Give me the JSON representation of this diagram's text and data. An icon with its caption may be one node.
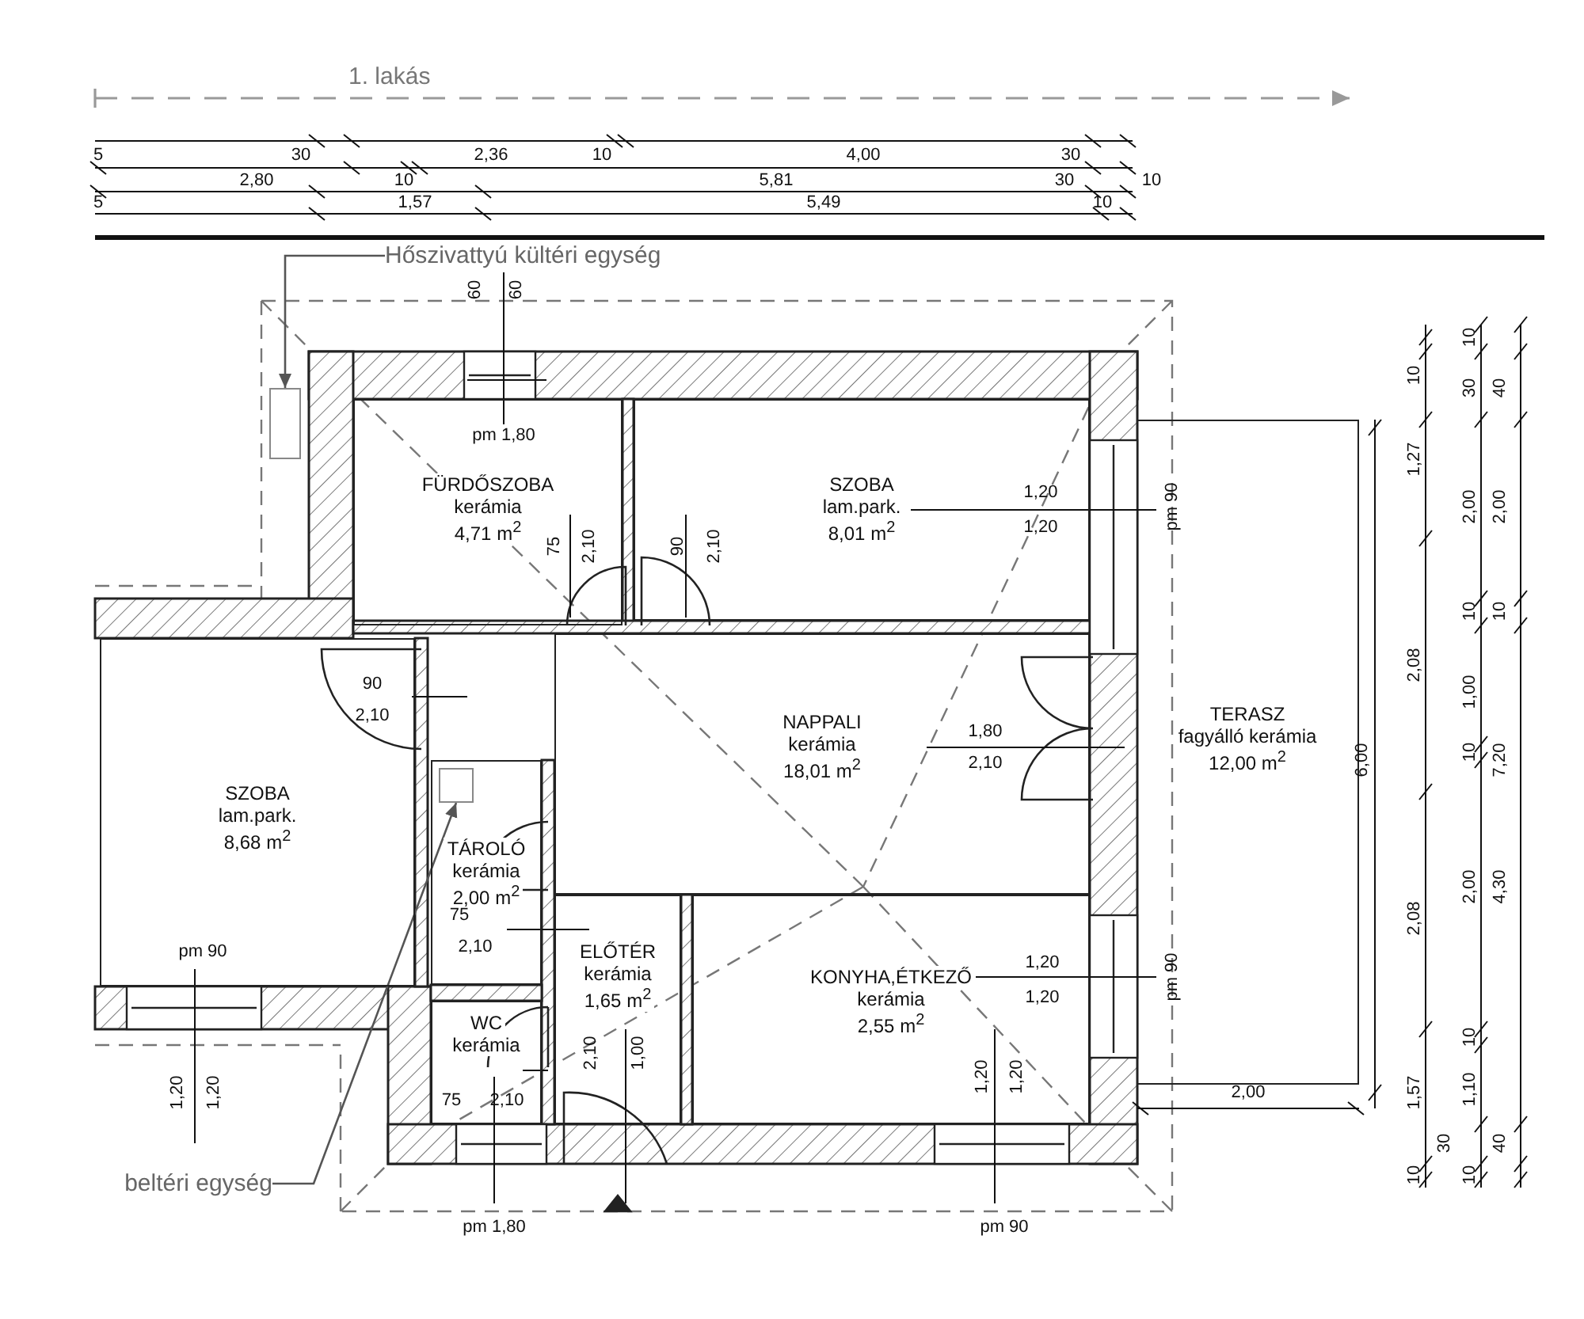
{
  "diagram": {
    "title": "1. lakás",
    "nodes": [
      {
        "text": [
          "Hőszivattyú kültéri egység"
        ]
      },
      {
        "text": [],
        "shape": "box"
      },
      {
        "text": [
          "FÜRDŐSZOBA",
          "kerámia",
          "4,71 m$^{2}$"
        ]
      },
      {
        "text": [
          "SZOBA",
          "lam.park.",
          "8,01 m$^{2}$"
        ]
      },
      {
        "text": [
          "SZOBA",
          "lam.park.",
          "8,68 m$^{2}$"
        ]
      },
      {
        "text": [
          "NAPPALI",
          "kerámia",
          "18,01 m$^{2}$"
        ]
      },
      {
        "text": [
          "TÁROLÓ",
          "kerámia",
          "2,00 m$^{2}$"
        ]
      },
      {
        "text": [],
        "shape": "box",
        "in": 6
      },
      {
        "text": [
          "ELŐTÉR",
          "kerámia",
          "1,65 m$^{2}$"
        ]
      },
      {
        "text": [
          "WC",
          "kerámia"
        ]
      },
      {
        "text": [
          "KONYHA,ÉTKEZŐ",
          "kerámia",
          "2,55 m$^{2}$"
        ]
      },
      {
        "text": [
          "TERASZ",
          "fagyálló kerámia",
          "12,00 m$^{2}$"
        ]
      },
      {
        "text": [
          "beltéri egység"
        ]
      }
    ],
    "edges": [
      {
        "from": 0,
        "to": 1,
        "arrow": "to"
      },
      {
        "from": 12,
        "to": 7,
        "arrow": "to"
      }
    ],
    "labels": [
      "5",
      "30",
      "2,36",
      "10",
      "4,00",
      "30",
      "2,80",
      "10",
      "5,81",
      "30",
      "10",
      "5",
      "1,57",
      "5,49",
      "10",
      "60",
      "60",
      "pm 1,80",
      "75",
      "2,10",
      "90",
      "2,10",
      "1,20",
      "1,20",
      "pm 90",
      "10",
      "1,27",
      "2,08",
      "6,00",
      "2,08",
      "1,57",
      "10",
      "30",
      "10",
      "30",
      "2,00",
      "10",
      "1,00",
      "10",
      "2,00",
      "10",
      "1,10",
      "10",
      "40",
      "2,00",
      "10",
      "7,20",
      "4,30",
      "40",
      "90",
      "2,10",
      "1,80",
      "2,10",
      "pm 90",
      "75",
      "2,10",
      "1,20",
      "1,20",
      "75",
      "2,10",
      "2,10",
      "1,00",
      "1,20",
      "1,20",
      "pm 90",
      "1,20",
      "1,20",
      "2,00",
      "pm 1,80",
      "pm 90"
    ]
  }
}
